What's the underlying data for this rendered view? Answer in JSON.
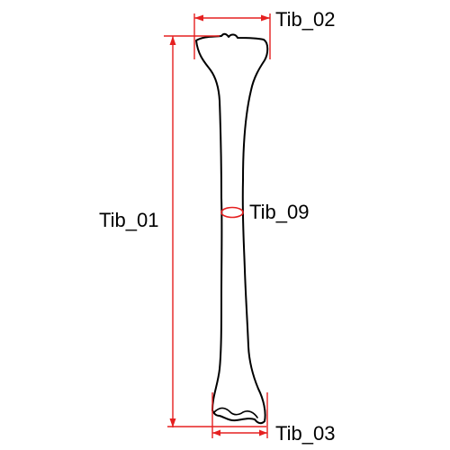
{
  "measurements": [
    {
      "id": "tib-01",
      "label": "Tib_01"
    },
    {
      "id": "tib-02",
      "label": "Tib_02"
    },
    {
      "id": "tib-03",
      "label": "Tib_03"
    },
    {
      "id": "tib-09",
      "label": "Tib_09"
    }
  ],
  "colors": {
    "measure_line": "#e52020",
    "bone_outline": "#000000",
    "label_text": "#000000",
    "background": "#ffffff"
  }
}
